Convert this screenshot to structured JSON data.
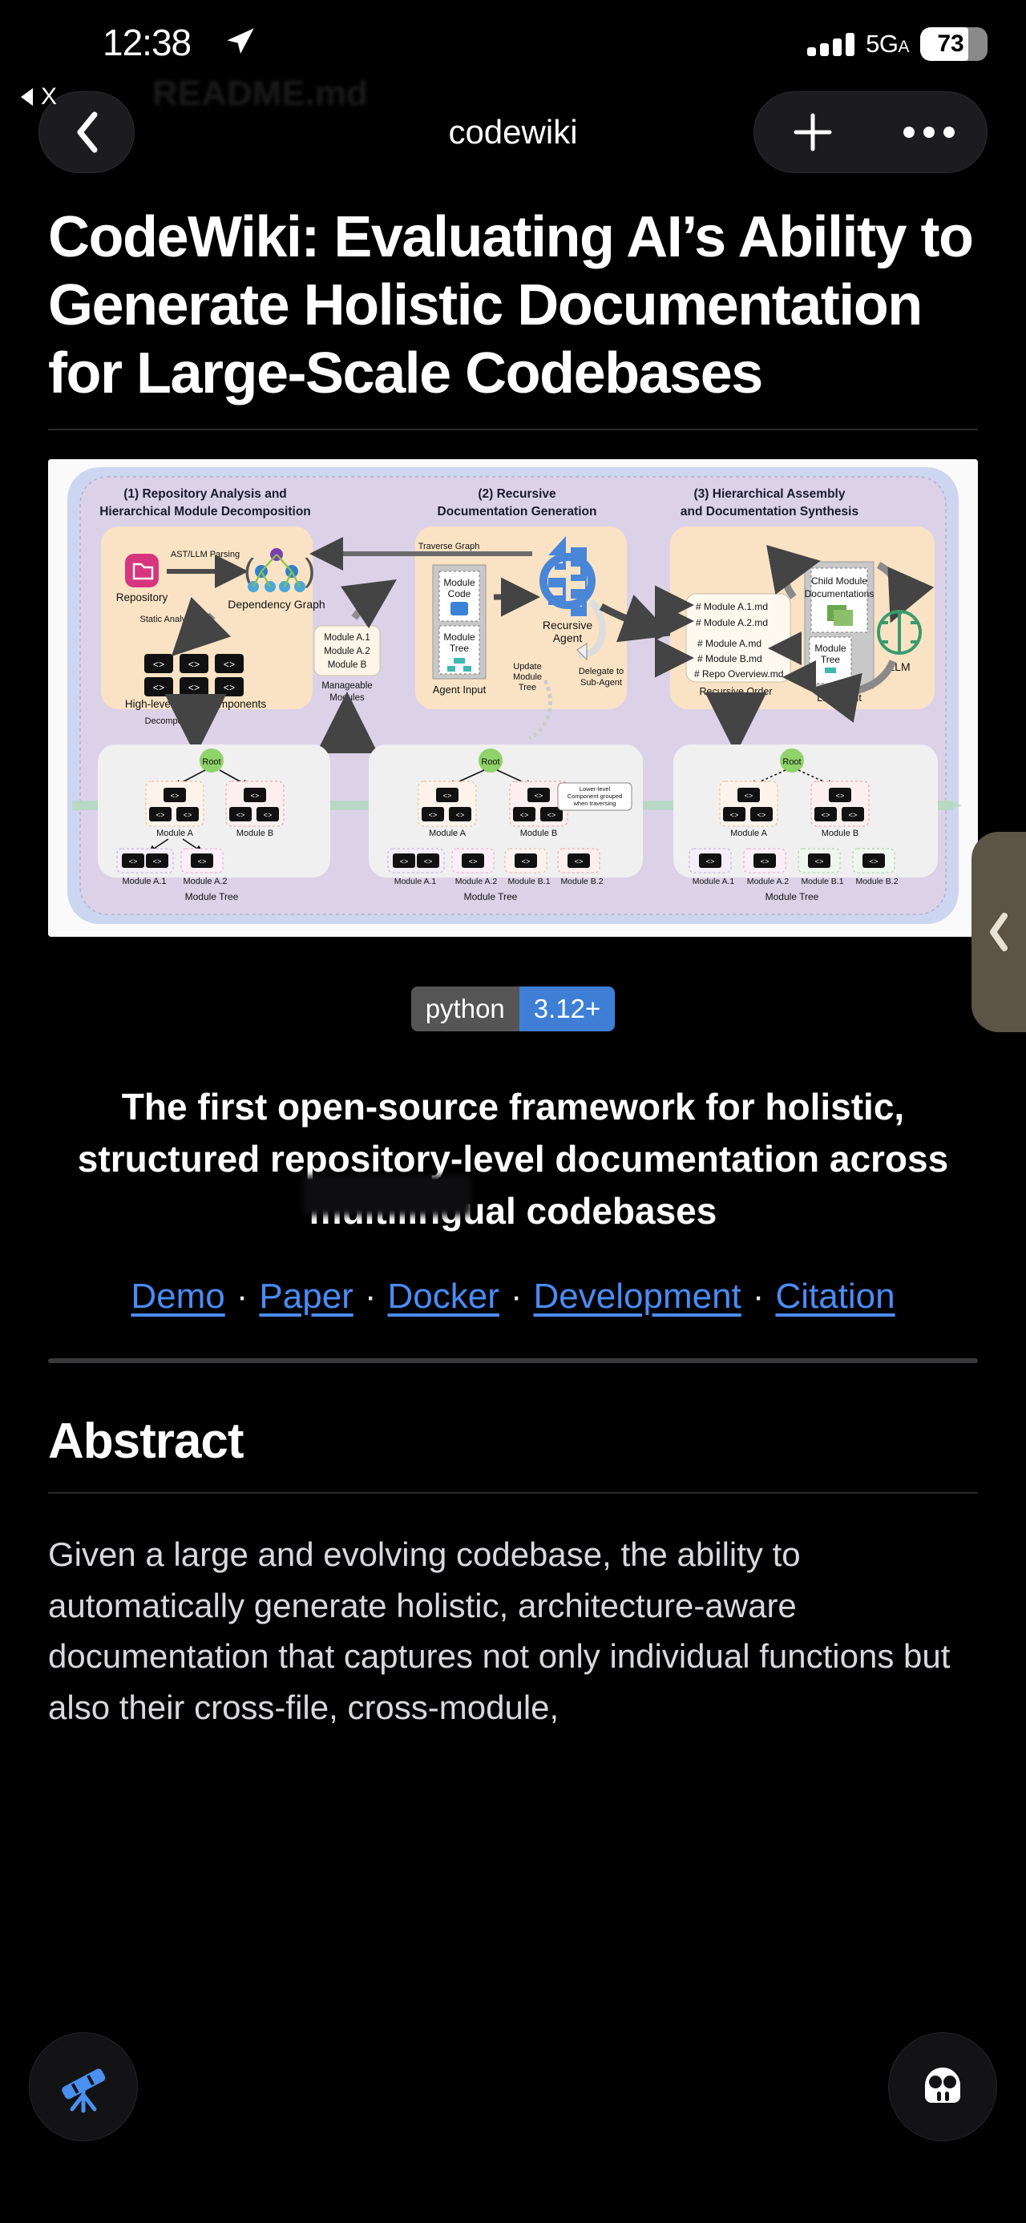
{
  "status_bar": {
    "time": "12:38",
    "location_icon": "location-arrow-icon",
    "signal_icon": "cellular-signal-icon",
    "network": "5G",
    "network_sub": "A",
    "battery_level": "73",
    "battery_icon": "battery-icon"
  },
  "return_pill": {
    "label": "X",
    "icon": "back-triangle-icon"
  },
  "ghost_title": "README.md",
  "nav": {
    "back_icon": "chevron-left-icon",
    "title": "codewiki",
    "add_icon": "plus-icon",
    "more_icon": "ellipsis-icon"
  },
  "drawer": {
    "icon": "chevron-left-icon"
  },
  "document": {
    "title": "CodeWiki: Evaluating AI’s Ability to Generate Holistic Documentation for Large-Scale Codebases",
    "badge": {
      "left": "python",
      "right": "3.12+"
    },
    "tagline": "The first open-source framework for holistic, structured repository-level documentation across multilingual codebases",
    "links": [
      {
        "label": "Demo"
      },
      {
        "label": "Paper"
      },
      {
        "label": "Docker"
      },
      {
        "label": "Development"
      },
      {
        "label": "Citation"
      }
    ],
    "link_separator": "·",
    "abstract_heading": "Abstract",
    "abstract_body": "Given a large and evolving codebase, the ability to automatically generate holistic, architecture-aware documentation that captures not only individual functions but also their cross-file, cross-module,"
  },
  "figure": {
    "alt": "CodeWiki pipeline architecture diagram",
    "panels": [
      {
        "number": "(1)",
        "title_line1": "Repository Analysis and",
        "title_line2": "Hierarchical Module Decomposition",
        "labels": [
          "AST/LLM Parsing",
          "Repository",
          "Dependency Graph",
          "Static Analysis",
          "High-level Code Components",
          "Decompose"
        ]
      },
      {
        "number": "(2)",
        "title_line1": "Recursive",
        "title_line2": "Documentation Generation",
        "labels": [
          "Traverse Graph",
          "Module Code",
          "Module Tree",
          "Agent Input",
          "Recursive Agent",
          "Delegate to Sub-Agent",
          "Update Module Tree",
          "Lower-level Component grouped when traversing"
        ]
      },
      {
        "number": "(3)",
        "title_line1": "Hierarchical Assembly",
        "title_line2": "and Documentation Synthesis",
        "labels": [
          "# Module A.1.md",
          "# Module A.2.md",
          "# Module A.md",
          "# Module B.md",
          "# Repo Overview.md",
          "Recursive Order",
          "Child Module Documentations",
          "Module Tree",
          "LLM Input",
          "LLM"
        ]
      }
    ],
    "connector_labels": [
      "Module A.1",
      "Module A.2",
      "Module B",
      "Manageable Modules"
    ],
    "trees": [
      {
        "root": "Root",
        "nodes": [
          "Module A",
          "Module B",
          "Module A.1",
          "Module A.2"
        ],
        "caption": "Module Tree"
      },
      {
        "root": "Root",
        "nodes": [
          "Module A",
          "Module B",
          "Module A.1",
          "Module A.2",
          "Module B.1",
          "Module B.2"
        ],
        "caption": "Module Tree"
      },
      {
        "root": "Root",
        "nodes": [
          "Module A",
          "Module B",
          "Module A.1",
          "Module A.2",
          "Module B.1",
          "Module B.2"
        ],
        "caption": "Module Tree"
      }
    ]
  },
  "fabs": {
    "left_icon": "telescope-icon",
    "right_icon": "robot-face-icon"
  },
  "colors": {
    "accent_link": "#4a8cf7",
    "badge_blue": "#3e7fd5",
    "page_bg": "#000000",
    "drawer": "#5c5444"
  }
}
